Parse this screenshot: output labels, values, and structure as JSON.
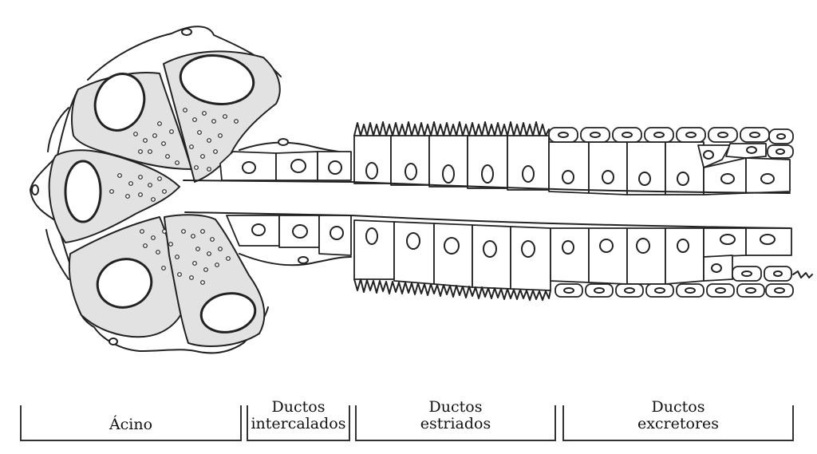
{
  "labels": {
    "acino": "Ácino",
    "intercalados_line1": "Ductos",
    "intercalados_line2": "intercalados",
    "estriados_line1": "Ductos",
    "estriados_line2": "estriados",
    "excretores_line1": "Ductos",
    "excretores_line2": "excretores"
  },
  "colors": {
    "line": "#222222",
    "cytoplasm": "#e2e2e2",
    "background": "#ffffff"
  }
}
